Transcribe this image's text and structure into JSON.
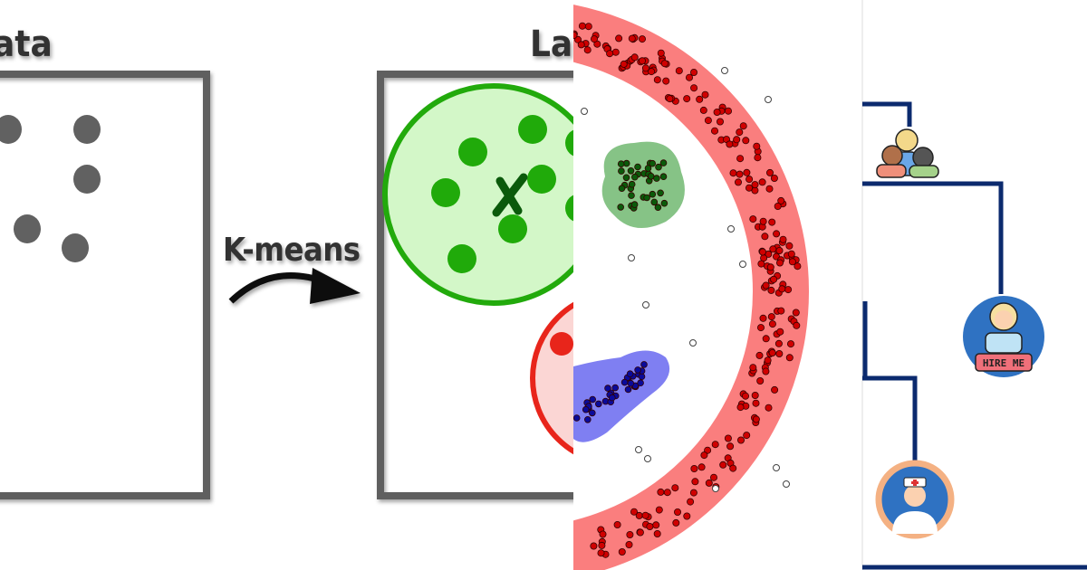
{
  "panels": {
    "kmeans": {
      "left_title": "ata",
      "right_title": "La",
      "arrow_label": "K-means",
      "colors": {
        "box": "#5f5f5f",
        "point": "#616161",
        "cluster_fill": "#d3f7c8",
        "cluster_stroke": "#22aa0c",
        "cluster_point": "#20aa0a",
        "centroid": "#0b5a0b",
        "red_cluster": "#e8251b"
      }
    },
    "dbscan": {
      "colors": {
        "ring": "#fa7e7e",
        "ring_point": "#d00000",
        "green_blob": "#86c386",
        "green_point": "#0a5a0a",
        "blue_blob": "#7f7ff2",
        "blue_point": "#0a0a9a",
        "noise": "#ffffff"
      }
    },
    "hierarchical": {
      "badge_label": "HIRE ME",
      "icons": [
        "group-of-people-icon",
        "job-seeker-icon",
        "nurse-icon"
      ],
      "colors": {
        "line": "#0b2a6e",
        "avatar_bg": "#2f72c2",
        "nurse_ring": "#f4b183",
        "badge": "#f0707a"
      }
    }
  }
}
